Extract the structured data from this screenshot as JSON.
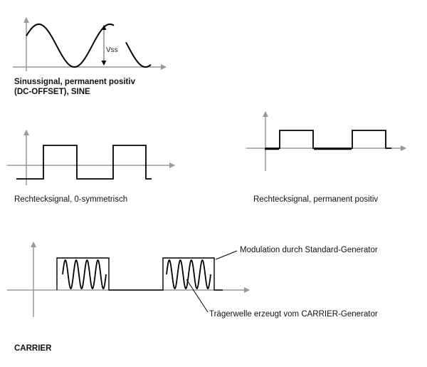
{
  "panels": {
    "sine": {
      "caption_line1": "Sinussignal, permanent positiv",
      "caption_line2": "(DC-OFFSET),  SINE",
      "amplitude_label": "Vss"
    },
    "square_symmetric": {
      "caption": "Rechtecksignal, 0-symmetrisch"
    },
    "square_positive": {
      "caption": "Rechtecksignal, permanent positiv"
    },
    "carrier": {
      "caption": "CARRIER",
      "annotation_modulation": "Modulation durch Standard-Generator",
      "annotation_carrier": "Trägerwelle erzeugt vom CARRIER-Generator"
    }
  },
  "colors": {
    "axis": "#999999",
    "signal": "#000000"
  }
}
